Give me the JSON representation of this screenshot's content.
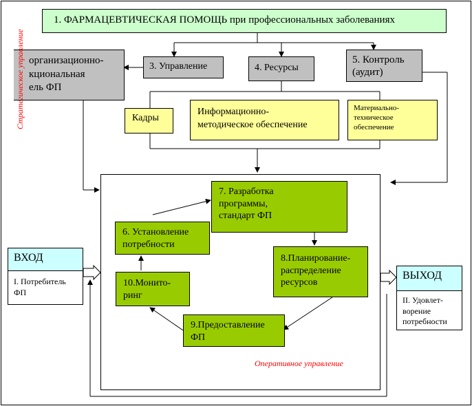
{
  "title_box": "1. ФАРМАЦЕВТИЧЕСКАЯ ПОМОЩЬ при профессиональных заболеваниях",
  "box_org": [
    "организационно-",
    "кциональная",
    "ель ФП"
  ],
  "box_upr": "3. Управление",
  "box_res": "4. Ресурсы",
  "box_ctrl": [
    "5. Контроль",
    "(аудит)"
  ],
  "box_kadry": "Кадры",
  "box_info": [
    "Информационно-",
    "методическое обеспечение"
  ],
  "box_mat": [
    "Материально-",
    "техническое",
    "обеспечение"
  ],
  "box_7": [
    "7. Разработка",
    "программы,",
    "стандарт ФП"
  ],
  "box_6": [
    "6. Установление",
    "потребности"
  ],
  "box_8": [
    "8.Планирование-",
    "распределение",
    "ресурсов"
  ],
  "box_10": [
    "10.Монито-",
    "ринг"
  ],
  "box_9": [
    "9.Предоставление",
    "ФП"
  ],
  "in_head": "ВХОД",
  "in_body": [
    "I. Потребитель",
    "ФП"
  ],
  "out_head": "ВЫХОД",
  "out_body": [
    "II. Удовлет-",
    "ворение",
    "потребности"
  ],
  "label_strategic": "Стратегическое  управление",
  "label_operative": "Оперативное управление"
}
